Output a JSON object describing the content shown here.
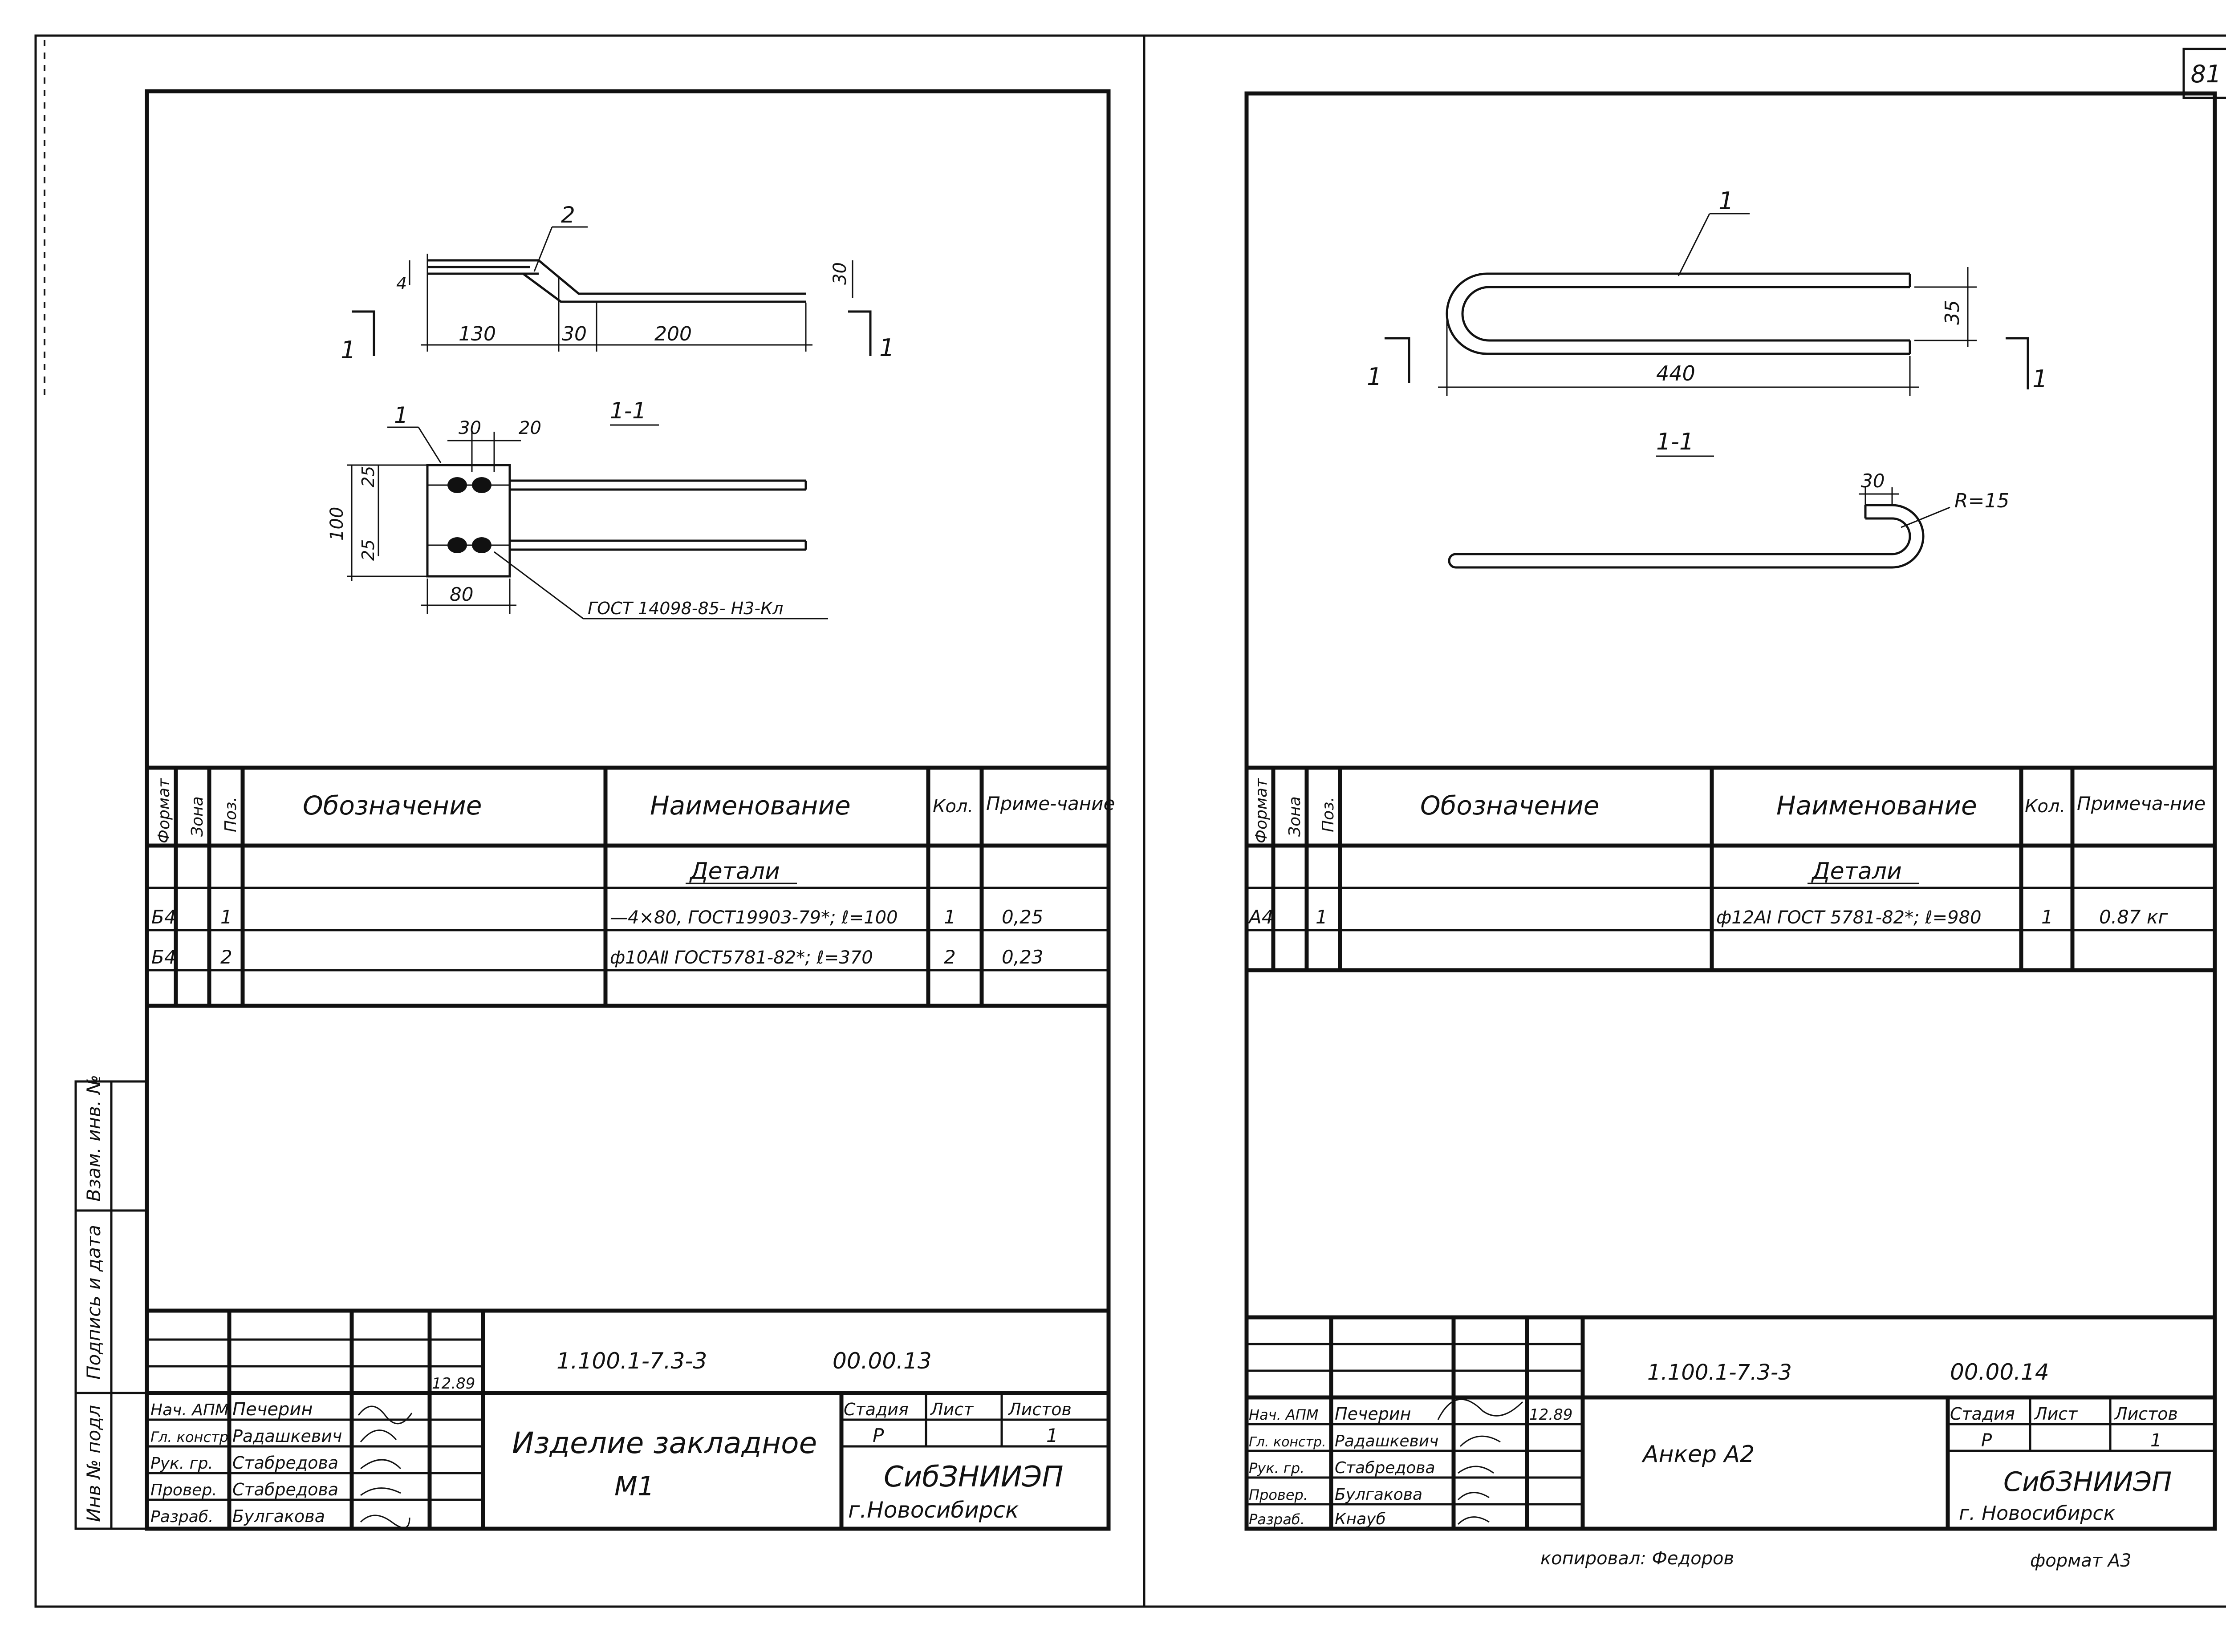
{
  "sheet_number": "81",
  "copied_by": "копировал: Федоров",
  "format_label": "формат А3",
  "margin_labels": [
    "Инв № подл",
    "Подпись и дата",
    "Взам. инв. №"
  ],
  "left": {
    "drawing": {
      "leader1": "1",
      "leader2": "2",
      "dims_top": [
        "4",
        "130",
        "30",
        "200",
        "30"
      ],
      "dims_plan": [
        "30",
        "20",
        "25",
        "25",
        "100",
        "80"
      ],
      "section_mark": "1",
      "section_title": "1-1",
      "weld_note": "ГОСТ 14098-85- Н3-Кл"
    },
    "spec": {
      "headers": [
        "Формат",
        "Зона",
        "Поз.",
        "Обозначение",
        "Наименование",
        "Кол.",
        "Приме-чание"
      ],
      "section_title": "Детали",
      "rows": [
        {
          "format": "Б4",
          "zone": "",
          "pos": "1",
          "designation": "",
          "name": "—4×80, ГОСТ19903-79*; ℓ=100",
          "qty": "1",
          "note": "0,25"
        },
        {
          "format": "Б4",
          "zone": "",
          "pos": "2",
          "designation": "",
          "name": "ф10АⅡ ГОСТ5781-82*; ℓ=370",
          "qty": "2",
          "note": "0,23"
        }
      ]
    },
    "title_block": {
      "code": "1.100.1-7.3-3",
      "doc_no": "00.00.13",
      "date": "12.89",
      "people": [
        {
          "role": "Нач. АПМ",
          "name": "Печерин"
        },
        {
          "role": "Гл. констр.",
          "name": "Радашкевич"
        },
        {
          "role": "Рук. гр.",
          "name": "Стабредова"
        },
        {
          "role": "Провер.",
          "name": "Стабредова"
        },
        {
          "role": "Разраб.",
          "name": "Булгакова"
        }
      ],
      "title": "Изделие закладное",
      "subtitle": "М1",
      "stage_label": "Стадия",
      "sheet_label": "Лист",
      "sheets_label": "Листов",
      "stage": "Р",
      "sheets": "1",
      "org": "СибЗНИИЭП",
      "city": "г.Новосибирск"
    }
  },
  "right": {
    "drawing": {
      "leader1": "1",
      "dims": [
        "35",
        "440"
      ],
      "section_mark": "1",
      "section_title": "1-1",
      "dim_30": "30",
      "radius": "R=15"
    },
    "spec": {
      "headers": [
        "Формат",
        "Зона",
        "Поз.",
        "Обозначение",
        "Наименование",
        "Кол.",
        "Примеча-ние"
      ],
      "section_title": "Детали",
      "rows": [
        {
          "format": "А4",
          "zone": "",
          "pos": "1",
          "designation": "",
          "name": "ф12АⅠ ГОСТ 5781-82*; ℓ=980",
          "qty": "1",
          "note": "0.87 кг"
        }
      ]
    },
    "title_block": {
      "code": "1.100.1-7.3-3",
      "doc_no": "00.00.14",
      "date": "12.89",
      "people": [
        {
          "role": "Нач. АПМ",
          "name": "Печерин"
        },
        {
          "role": "Гл. констр.",
          "name": "Радашкевич"
        },
        {
          "role": "Рук. гр.",
          "name": "Стабредова"
        },
        {
          "role": "Провер.",
          "name": "Булгакова"
        },
        {
          "role": "Разраб.",
          "name": "Кнауб"
        }
      ],
      "title": "Анкер А2",
      "stage_label": "Стадия",
      "sheet_label": "Лист",
      "sheets_label": "Листов",
      "stage": "Р",
      "sheets": "1",
      "org": "СибЗНИИЭП",
      "city": "г. Новосибирск"
    }
  }
}
